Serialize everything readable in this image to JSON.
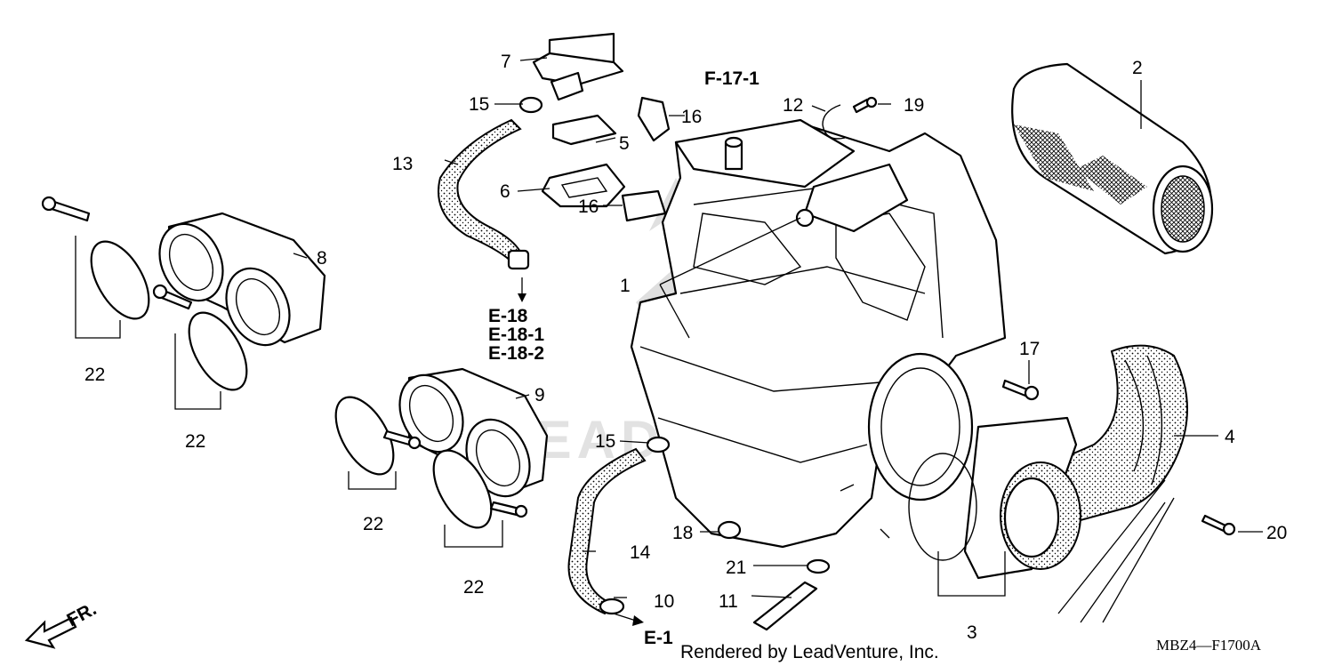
{
  "callouts": {
    "c1": "1",
    "c2": "2",
    "c3": "3",
    "c4": "4",
    "c5": "5",
    "c6": "6",
    "c7": "7",
    "c8": "8",
    "c9": "9",
    "c10": "10",
    "c11": "11",
    "c12": "12",
    "c13": "13",
    "c14": "14",
    "c15a": "15",
    "c15b": "15",
    "c16a": "16",
    "c16b": "16",
    "c17": "17",
    "c18": "18",
    "c19": "19",
    "c20": "20",
    "c21": "21",
    "c22a": "22",
    "c22b": "22",
    "c22c": "22",
    "c22d": "22"
  },
  "references": {
    "f17_1": "F-17-1",
    "e18": "E-18",
    "e18_1": "E-18-1",
    "e18_2": "E-18-2",
    "e1": "E-1"
  },
  "front_marker": "FR.",
  "credit": "Rendered by LeadVenture, Inc.",
  "diagram_code": "MBZ4—F1700A",
  "watermark": "LEADVENTURE"
}
